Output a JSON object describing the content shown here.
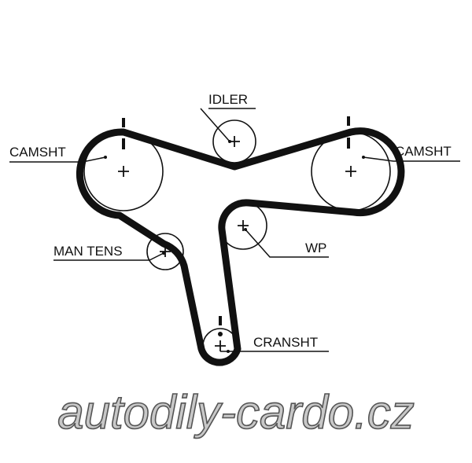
{
  "diagram": {
    "title": "Timing belt routing diagram",
    "labels": {
      "idler": "IDLER",
      "camshaft_left": "CAMSHT",
      "camshaft_right": "CAMSHT",
      "manual_tensioner": "MAN TENS",
      "water_pump": "WP",
      "crankshaft": "CRANSHT"
    },
    "watermark": "autodily-cardo.cz",
    "colors": {
      "belt": "#111111",
      "watermark_fill": "#c8c8c8"
    }
  }
}
